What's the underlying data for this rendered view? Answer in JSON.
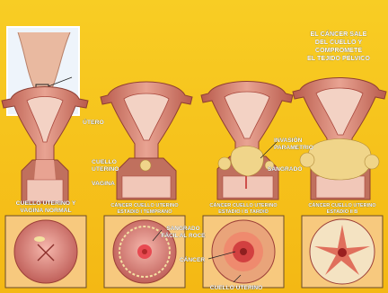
{
  "labels": {
    "spread_line1": "EL CÁNCER SALE",
    "spread_line2": "DEL CUELLO Y",
    "spread_line3": "COMPROMETE",
    "spread_line4": "EL TEJIDO PÉLVICO",
    "utero": "ÚTERO",
    "cuello_line1": "CUELLO",
    "cuello_line2": "UTERINO",
    "vagina": "VAGINA",
    "invasion_line1": "INVASIÓN",
    "invasion_line2": "PARAMETRIO",
    "sangrado": "SANGRADO",
    "normal_line1": "CUELLO UTERINO Y",
    "normal_line2": "VAGINA NORMAL",
    "stage1_line1": "CÁNCER CUELLO UTERINO",
    "stage1_line2": "ESTADIO I TEMPRANO",
    "stage1b_line1": "CÁNCER CUELLO UTERINO",
    "stage1b_line2": "ESTADIO I B TARDIO",
    "stage2b_line1": "CÁNCER CUELLO UTERINO",
    "stage2b_line2": "ESTADIO II B",
    "sangrado_roce_line1": "SANGRADO",
    "sangrado_roce_line2": "FÁCIL AL ROCE",
    "cancer": "CÁNCER",
    "cuello_bottom": "CUELLO UTERINO"
  },
  "colors": {
    "background": "#f6c21a",
    "tissue": "#d88a78",
    "tissue_dark": "#a9473c",
    "lumen": "#f3d2c4",
    "tumor": "#f0d58a",
    "blood": "#c22828",
    "circle_bg": "#f7c97e"
  }
}
